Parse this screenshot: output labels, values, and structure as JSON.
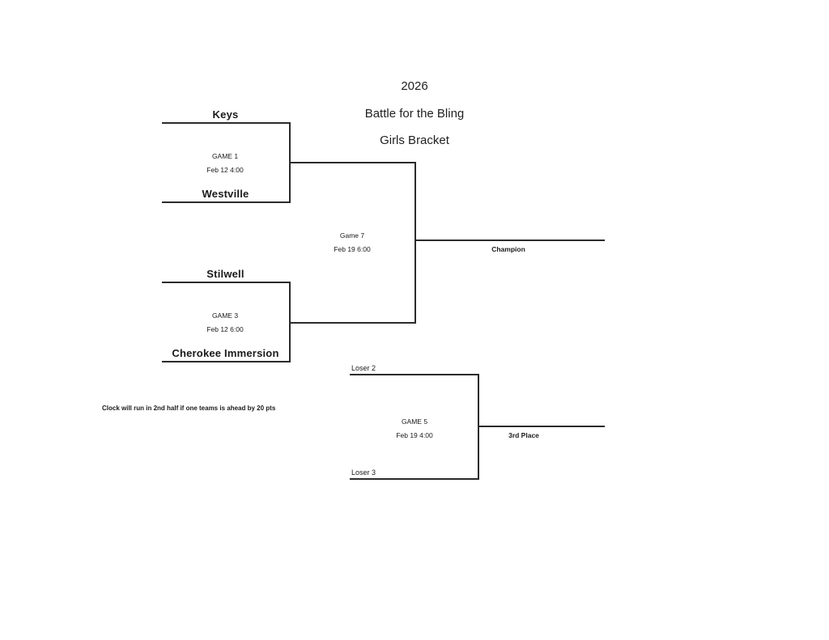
{
  "title": {
    "year": "2026",
    "event": "Battle for the Bling",
    "division": "Girls Bracket"
  },
  "footnote": "Clock will run in 2nd half if one teams is ahead by 20 pts",
  "winners_bracket": {
    "game1": {
      "team_top": "Keys",
      "team_bottom": "Westville",
      "game_label": "GAME 1",
      "game_time": "Feb 12 4:00"
    },
    "game3": {
      "team_top": "Stilwell",
      "team_bottom": "Cherokee Immersion",
      "game_label": "GAME 3",
      "game_time": "Feb 12 6:00"
    },
    "game7": {
      "game_label": "Game 7",
      "game_time": "Feb 19 6:00",
      "outcome": "Champion"
    }
  },
  "consolation_bracket": {
    "game5": {
      "team_top": "Loser 2",
      "team_bottom": "Loser 3",
      "game_label": "GAME 5",
      "game_time": "Feb 19 4:00",
      "outcome": "3rd Place"
    }
  },
  "colors": {
    "line": "#2b2b2b",
    "text": "#1a1a1a",
    "background": "#ffffff"
  }
}
